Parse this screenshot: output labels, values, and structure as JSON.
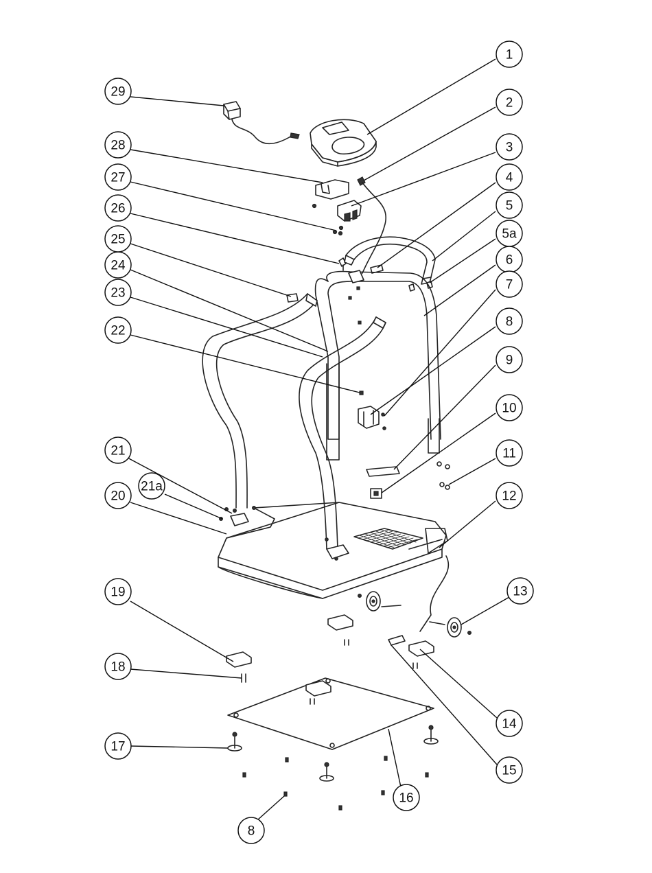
{
  "callouts": [
    {
      "label": "1"
    },
    {
      "label": "2"
    },
    {
      "label": "3"
    },
    {
      "label": "4"
    },
    {
      "label": "5"
    },
    {
      "label": "5a"
    },
    {
      "label": "6"
    },
    {
      "label": "7"
    },
    {
      "label": "8"
    },
    {
      "label": "9"
    },
    {
      "label": "10"
    },
    {
      "label": "11"
    },
    {
      "label": "12"
    },
    {
      "label": "13"
    },
    {
      "label": "14"
    },
    {
      "label": "15"
    },
    {
      "label": "16"
    },
    {
      "label": "17"
    },
    {
      "label": "18"
    },
    {
      "label": "19"
    },
    {
      "label": "20"
    },
    {
      "label": "21"
    },
    {
      "label": "21a"
    },
    {
      "label": "22"
    },
    {
      "label": "23"
    },
    {
      "label": "24"
    },
    {
      "label": "25"
    },
    {
      "label": "26"
    },
    {
      "label": "27"
    },
    {
      "label": "28"
    },
    {
      "label": "29"
    },
    {
      "label": "8"
    }
  ],
  "colors": {
    "line": "#222222",
    "background": "#ffffff"
  }
}
